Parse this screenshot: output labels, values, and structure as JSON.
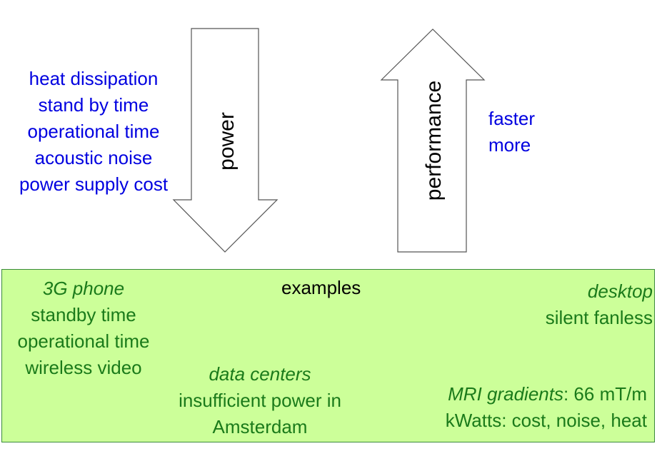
{
  "left_list": [
    "heat dissipation",
    "stand by time",
    "operational time",
    "acoustic noise",
    "power supply cost"
  ],
  "power_label": "power",
  "performance_label": "performance",
  "right_list": [
    "faster",
    "more"
  ],
  "examples": {
    "title": "examples",
    "phone": {
      "title": "3G phone",
      "lines": [
        "standby time",
        "operational time",
        "wireless video"
      ]
    },
    "data_centers": {
      "title": "data centers",
      "lines": [
        "insufficient power in",
        "Amsterdam"
      ]
    },
    "desktop": {
      "title": "desktop",
      "lines": [
        "silent fanless"
      ]
    },
    "mri": {
      "title": "MRI gradients",
      "title_suffix": ": 66 mT/m",
      "lines": [
        "kWatts: cost, noise, heat"
      ]
    }
  },
  "colors": {
    "blue_text": "#0000e0",
    "green_text": "#1a7a1a",
    "box_fill": "#ccff99"
  }
}
